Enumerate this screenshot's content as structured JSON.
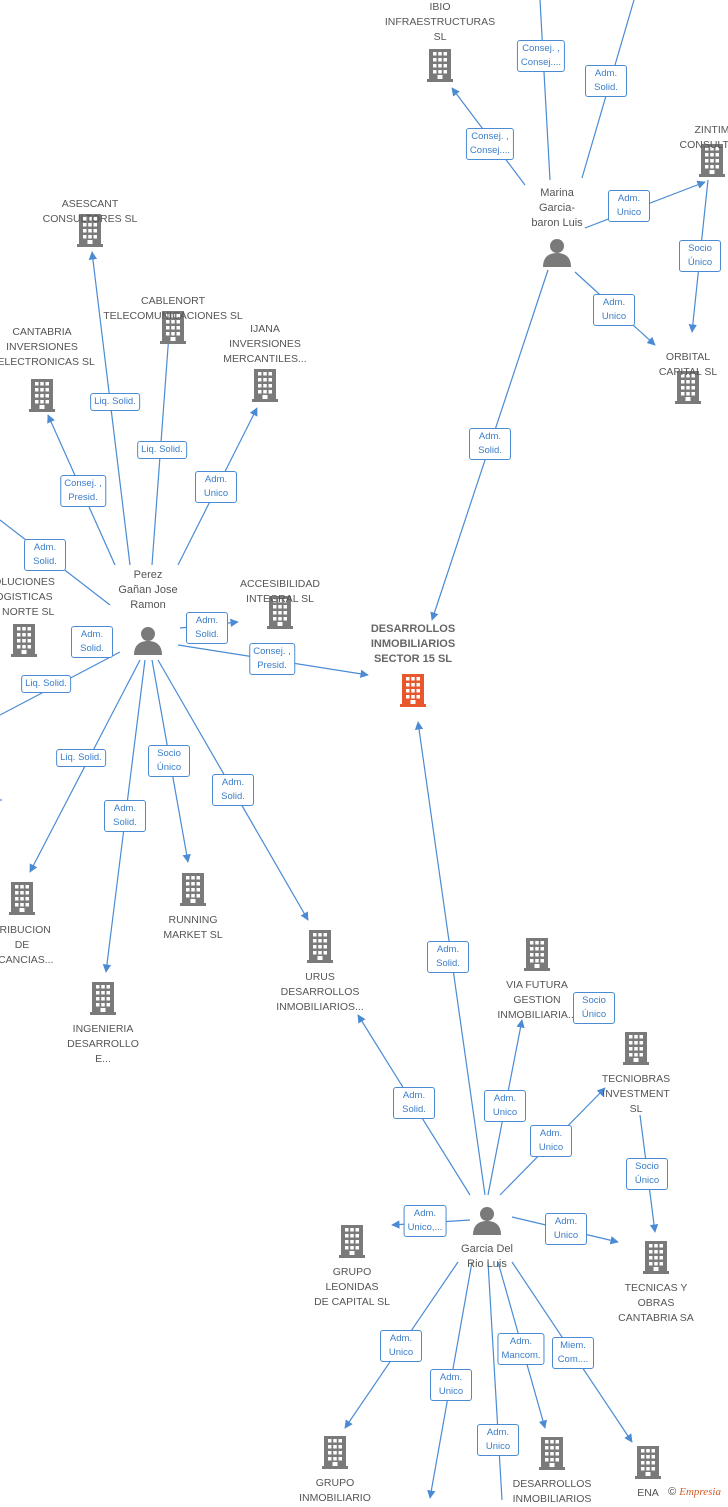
{
  "colors": {
    "edge": "#4a8bd4",
    "company": "#7a7a7a",
    "main_company": "#e8582c",
    "person": "#7a7a7a"
  },
  "companies": [
    {
      "id": "ibio",
      "label": "IBIO\nINFRAESTRUCTURAS\nSL",
      "icon": "building-icon"
    },
    {
      "id": "zintim",
      "label": "ZINTIM\nCONSULTOR",
      "icon": "building-icon"
    },
    {
      "id": "asescant",
      "label": "ASESCANT\nCONSULTORES SL",
      "icon": "building-icon"
    },
    {
      "id": "cablenort",
      "label": "CABLENORT\nTELECOMUNICACIONES SL",
      "icon": "building-icon"
    },
    {
      "id": "cantabria",
      "label": "CANTABRIA\nINVERSIONES\nOELECTRONICAS SL",
      "icon": "building-icon"
    },
    {
      "id": "ijana",
      "label": "IJANA\nINVERSIONES\nMERCANTILES...",
      "icon": "building-icon"
    },
    {
      "id": "orbital",
      "label": "ORBITAL\nCAPITAL  SL",
      "icon": "building-icon"
    },
    {
      "id": "soluciones",
      "label": "OLUCIONES\nOGISTICAS\nL NORTE SL",
      "icon": "building-icon"
    },
    {
      "id": "accesibilidad",
      "label": "ACCESIBILIDAD\nINTEGRAL SL",
      "icon": "building-icon"
    },
    {
      "id": "desarrollos15",
      "label": "DESARROLLOS\nINMOBILIARIOS\nSECTOR 15  SL",
      "icon": "building-icon",
      "main": true
    },
    {
      "id": "distribucion",
      "label": "TRIBUCION\nDE\nRCANCIAS...",
      "icon": "building-icon"
    },
    {
      "id": "running",
      "label": "RUNNING\nMARKET  SL",
      "icon": "building-icon"
    },
    {
      "id": "urus",
      "label": "URUS\nDESARROLLOS\nINMOBILIARIOS...",
      "icon": "building-icon"
    },
    {
      "id": "ingenieria",
      "label": "INGENIERIA\nDESARROLLO\nE...",
      "icon": "building-icon"
    },
    {
      "id": "viafutura",
      "label": "VIA FUTURA\nGESTION\nINMOBILIARIA...",
      "icon": "building-icon"
    },
    {
      "id": "tecniobras",
      "label": "TECNIOBRAS\nINVESTMENT\nSL",
      "icon": "building-icon"
    },
    {
      "id": "leonidas",
      "label": "GRUPO\nLEONIDAS\nDE CAPITAL  SL",
      "icon": "building-icon"
    },
    {
      "id": "tecnicas",
      "label": "TECNICAS Y\nOBRAS\nCANTABRIA SA",
      "icon": "building-icon"
    },
    {
      "id": "grupoinmob",
      "label": "GRUPO\nINMOBILIARIO",
      "icon": "building-icon"
    },
    {
      "id": "desarrollosinm",
      "label": "DESARROLLOS\nINMOBILIARIOS",
      "icon": "building-icon"
    },
    {
      "id": "ena",
      "label": "ENA",
      "icon": "building-icon"
    }
  ],
  "persons": [
    {
      "id": "marina",
      "label": "Marina\nGarcia-\nbaron Luis",
      "icon": "person-icon"
    },
    {
      "id": "perez",
      "label": "Perez\nGañan Jose\nRamon",
      "icon": "person-icon"
    },
    {
      "id": "garcia",
      "label": "Garcia Del\nRio Luis",
      "icon": "person-icon"
    }
  ],
  "edge_labels": [
    "Consej. ,\nConsej....",
    "Adm.\nSolid.",
    "Consej. ,\nConsej....",
    "Adm.\nUnico",
    "Socio\nÚnico",
    "Adm.\nUnico",
    "Adm.\nSolid.",
    "Liq.  Solid.",
    "Liq.  Solid.",
    "Consej. ,\nPresid.",
    "Adm.\nUnico",
    "Adm.\nSolid.",
    "Consej. ,\nPresid.",
    "Adm.\nSolid.",
    "Adm.\nSolid.",
    "Liq.  Solid.",
    "Liq.  Solid.",
    "Socio\nÚnico",
    "Adm.\nSolid.",
    "Adm.\nSolid.",
    "Adm.\nSolid.",
    "Socio\nÚnico",
    "Adm.\nSolid.",
    "Adm.\nUnico",
    "Adm.\nUnico",
    "Socio\nÚnico",
    "Adm.\nUnico,...",
    "Adm.\nUnico",
    "Adm.\nUnico",
    "Adm.\nUnico",
    "Adm.\nMancom.",
    "Miem.\nCom....",
    "Adm.\nUnico"
  ],
  "footer": {
    "copyright": "©",
    "brand": "Empresia"
  }
}
